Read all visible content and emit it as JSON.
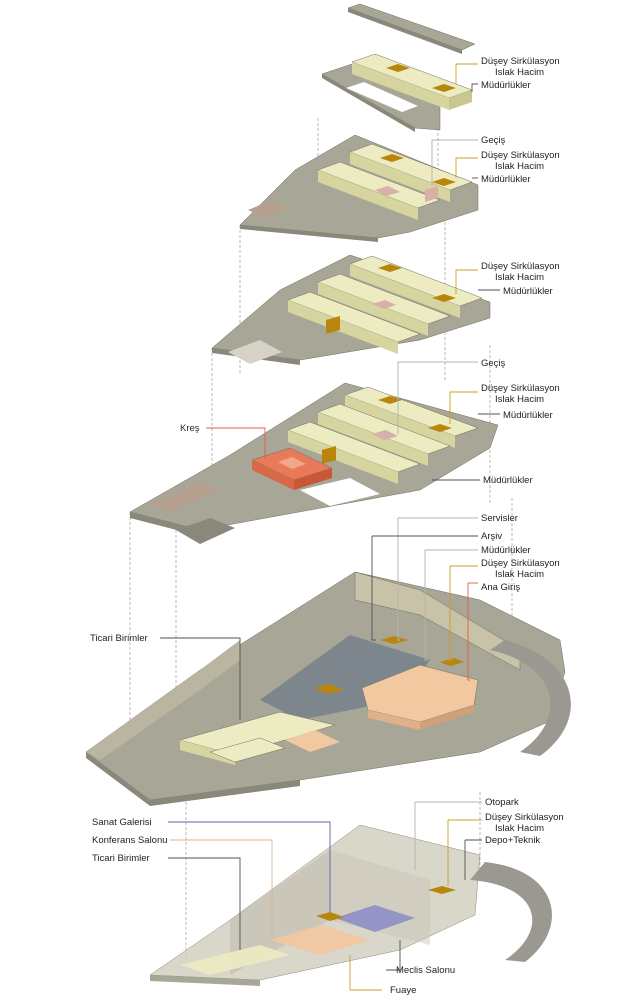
{
  "colors": {
    "slab": "#a8a696",
    "slab_side": "#8a887a",
    "block_top": "#ecebc2",
    "block_side": "#d6d5a0",
    "core": "#b8860b",
    "wet": "#d8b0a8",
    "kres": "#e87a5a",
    "hall": "#f2c8a0",
    "meclis": "#8080c8",
    "lead_gray": "#b4b4a8",
    "lead_gold": "#c8a020",
    "lead_dark": "#505050",
    "lead_red": "#e06040"
  },
  "labels": {
    "f5_core": "Düşey Sirkülasyon",
    "f5_wet": "Islak Hacim",
    "f5_mud": "Müdürlükler",
    "f4_gecis": "Geçiş",
    "f4_core": "Düşey Sirkülasyon",
    "f4_wet": "Islak Hacim",
    "f4_mud": "Müdürlükler",
    "f3_core": "Düşey Sirkülasyon",
    "f3_wet": "Islak Hacim",
    "f3_mud": "Müdürlükler",
    "f2_gecis": "Geçiş",
    "f2_core": "Düşey Sirkülasyon",
    "f2_wet": "Islak Hacim",
    "f2_mud": "Müdürlükler",
    "f2_kres": "Kreş",
    "f2_mud2": "Müdürlükler",
    "g_servisler": "Servisler",
    "g_arsiv": "Arşiv",
    "g_mud": "Müdürlükler",
    "g_core": "Düşey Sirkülasyon",
    "g_wet": "Islak Hacim",
    "g_ana": "Ana Giriş",
    "g_ticari": "Ticari Birimler",
    "b_otopark": "Otopark",
    "b_core": "Düşey Sirkülasyon",
    "b_wet": "Islak Hacim",
    "b_depo": "Depo+Teknik",
    "b_sanat": "Sanat Galerisi",
    "b_konferans": "Konferans Salonu",
    "b_ticari": "Ticari Birimler",
    "b_meclis": "Meclis Salonu",
    "b_fuaye": "Fuaye"
  }
}
